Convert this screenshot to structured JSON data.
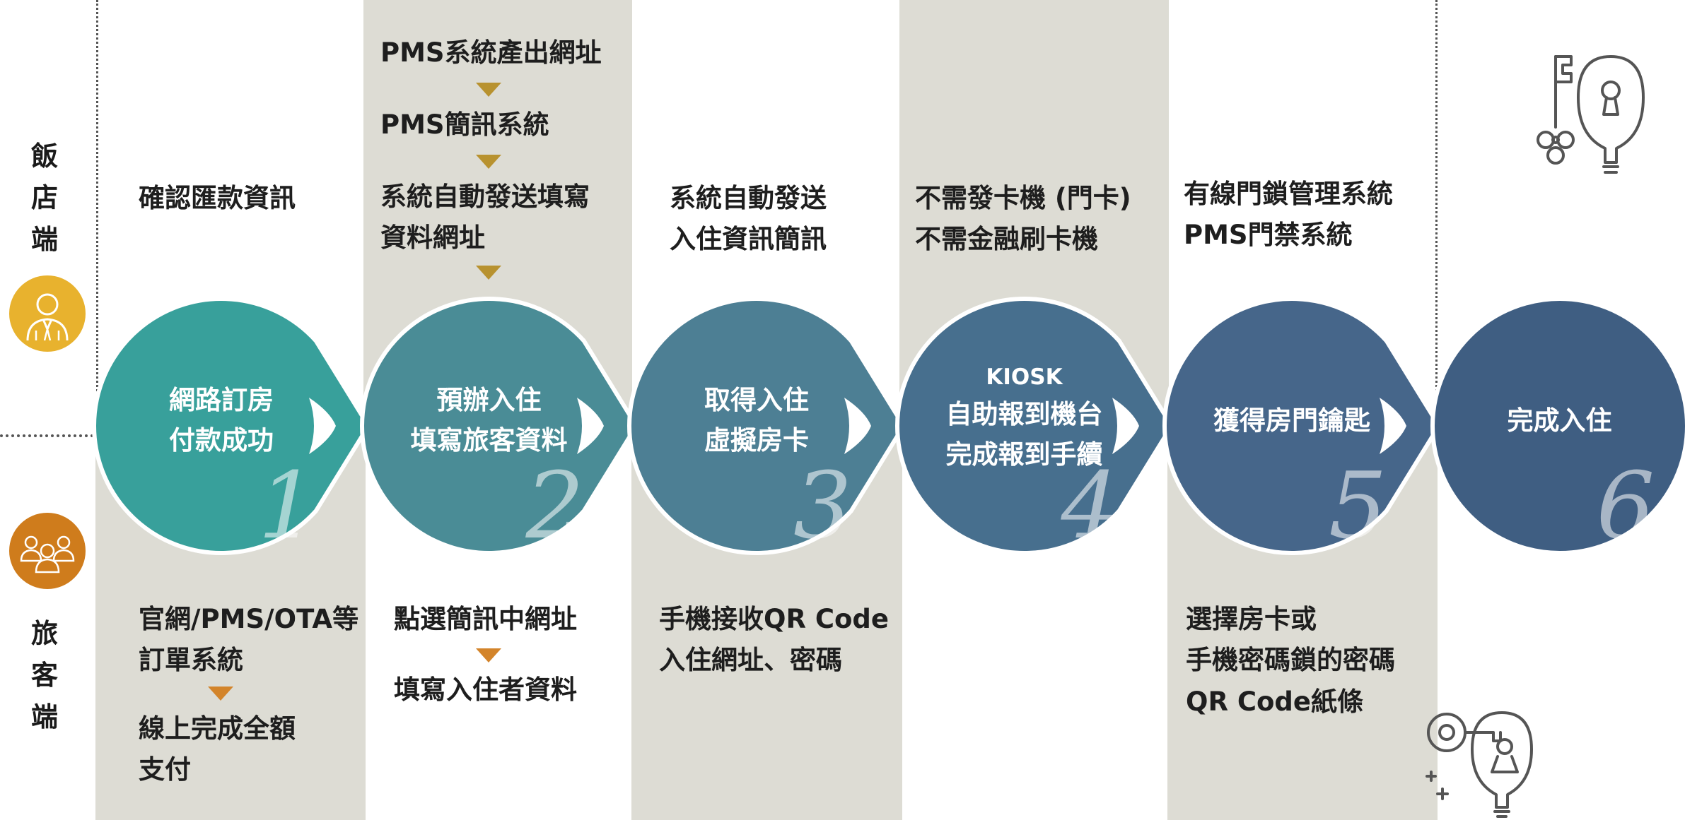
{
  "roles": {
    "hotel": {
      "label": "飯店端"
    },
    "guest": {
      "label": "旅客端"
    }
  },
  "colors": {
    "band": "#dddcd4",
    "hotel_avatar": "#e8b22e",
    "guest_avatar": "#cf7c1c",
    "arrow_gold": "#b8922f",
    "arrow_orange": "#d3842a",
    "steps": [
      "#38a09b",
      "#4a8c96",
      "#4d7f94",
      "#476f8e",
      "#46668a",
      "#3f5e82"
    ]
  },
  "steps": [
    {
      "num": "1",
      "lines": [
        "網路訂房",
        "付款成功"
      ],
      "hotel": [
        "確認匯款資訊"
      ],
      "guest": [
        "官網/PMS/OTA等",
        "訂單系統",
        "線上完成全額",
        "支付"
      ]
    },
    {
      "num": "2",
      "lines": [
        "預辦入住",
        "填寫旅客資料"
      ],
      "hotel": [
        "PMS系統產出網址",
        "PMS簡訊系統",
        "系統自動發送填寫",
        "資料網址"
      ],
      "guest": [
        "點選簡訊中網址",
        "填寫入住者資料"
      ]
    },
    {
      "num": "3",
      "lines": [
        "取得入住",
        "虛擬房卡"
      ],
      "hotel": [
        "系統自動發送",
        "入住資訊簡訊"
      ],
      "guest": [
        "手機接收QR Code",
        "入住網址、密碼"
      ]
    },
    {
      "num": "4",
      "lines": [
        "KIOSK",
        "自助報到機台",
        "完成報到手續"
      ],
      "hotel": [
        "不需發卡機 (門卡)",
        "不需金融刷卡機"
      ],
      "guest": []
    },
    {
      "num": "5",
      "lines": [
        "獲得房門鑰匙"
      ],
      "hotel": [
        "有線門鎖管理系統",
        "PMS門禁系統"
      ],
      "guest": [
        "選擇房卡或",
        "手機密碼鎖的密碼",
        "QR Code紙條"
      ]
    },
    {
      "num": "6",
      "lines": [
        "完成入住"
      ],
      "hotel": [],
      "guest": []
    }
  ],
  "icons": {
    "hotel_avatar": "businessman-icon",
    "guest_avatar": "group-icon",
    "step_arrow": "chevron-right-icon",
    "key_bulb_top": "key-lightbulb-icon",
    "key_bulb_bottom": "key-lightbulb-sparkle-icon"
  }
}
